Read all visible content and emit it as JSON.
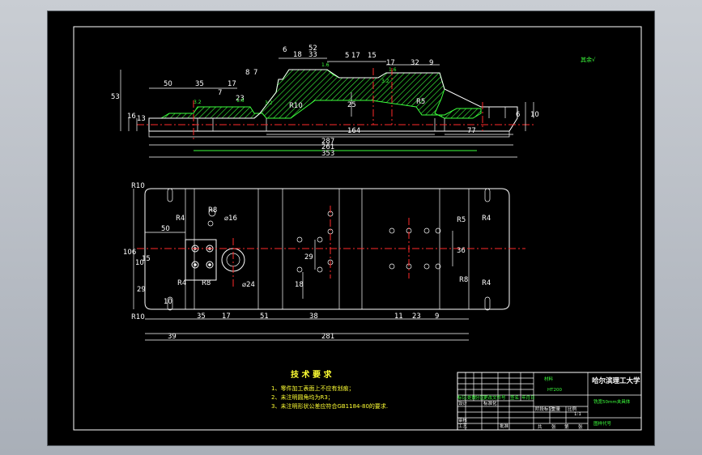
{
  "colors": {
    "background": "#000000",
    "outline": "#ffffff",
    "section": "#3cff3c",
    "centerline": "#ff2a2a",
    "notes": "#ffff33"
  },
  "front_view": {
    "dims_top": [
      "6",
      "52",
      "18",
      "33",
      "5",
      "17",
      "15",
      "17",
      "32",
      "9"
    ],
    "dims_left": [
      "50",
      "35",
      "17",
      "7",
      "23"
    ],
    "dims_vertical": [
      "53",
      "16",
      "13",
      "8",
      "7",
      "25",
      "6",
      "10"
    ],
    "dims_bottom": [
      "164",
      "77",
      "287",
      "261",
      "353"
    ],
    "radii": [
      "R10",
      "R5"
    ],
    "roughness": [
      "3.2",
      "1.6",
      "3.2",
      "1.6",
      "3.2",
      "1.6"
    ],
    "note_right": "其余√"
  },
  "plan_view": {
    "radii": [
      "R10",
      "R4",
      "R8",
      "R4",
      "R5",
      "R4",
      "R8",
      "R4",
      "R8",
      "R10"
    ],
    "diameters": [
      "⌀16",
      "⌀24"
    ],
    "dims_left": [
      "106",
      "50",
      "10",
      "15",
      "29",
      "10"
    ],
    "dims_mid": [
      "29",
      "18",
      "36"
    ],
    "dims_bottom": [
      "35",
      "17",
      "51",
      "38",
      "11",
      "23",
      "9"
    ],
    "dims_overall": [
      "39",
      "281"
    ]
  },
  "tech_req": {
    "title": "技 术 要 求",
    "items": [
      "1、零件加工表面上不应有划痕；",
      "2、未注明圆角均为R3；",
      "3、未注明形状公差应符合GB1184-80的要求."
    ]
  },
  "title_block": {
    "material_label": "材料",
    "material": "HT200",
    "university": "哈尔滨理工大学",
    "part_name": "铣宽50mm夹具体",
    "drawing_no": "图样代号",
    "scale": "1:1",
    "mark_labels": [
      "标记",
      "处数",
      "分区",
      "更改文件号",
      "签名",
      "年月日"
    ],
    "role_labels": [
      "设计",
      "标准化",
      "审核",
      "工艺",
      "批准"
    ],
    "stage_labels": [
      "阶段标记",
      "重量",
      "比例"
    ],
    "sheet_labels": [
      "共",
      "张",
      "第",
      "张"
    ]
  }
}
